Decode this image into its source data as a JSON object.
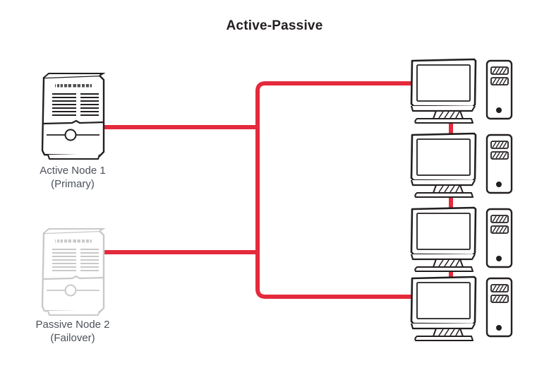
{
  "title": "Active-Passive",
  "colors": {
    "link": "#E42A3C",
    "ink": "#231f20",
    "ink_faded": "#c9c9c9",
    "label_text": "#4b5159",
    "background": "#ffffff"
  },
  "nodes": {
    "active": {
      "name": "Active Node 1",
      "role": "(Primary)",
      "label": "Active Node 1\n(Primary)",
      "state": "active",
      "icon": "server-tower-icon"
    },
    "passive": {
      "name": "Passive Node 2",
      "role": "(Failover)",
      "label": "Passive Node 2\n(Failover)",
      "state": "passive",
      "icon": "server-tower-icon"
    }
  },
  "clients": [
    {
      "index": 1,
      "icon": "desktop-computer-icon",
      "connected_to_bus": true
    },
    {
      "index": 2,
      "icon": "desktop-computer-icon",
      "connected_to_bus": false
    },
    {
      "index": 3,
      "icon": "desktop-computer-icon",
      "connected_to_bus": false
    },
    {
      "index": 4,
      "icon": "desktop-computer-icon",
      "connected_to_bus": true
    }
  ],
  "links": {
    "active_branch": "horizontal",
    "passive_branch": "horizontal",
    "bus": "vertical",
    "client_chain": "vertical-segments"
  }
}
